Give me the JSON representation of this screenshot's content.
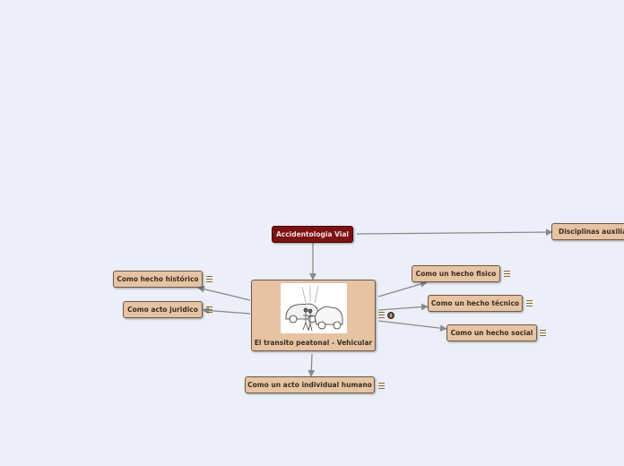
{
  "mindmap": {
    "root": {
      "label": "Accidentologia Vial"
    },
    "central": {
      "label": "El transito peatonal - Vehicular",
      "image": "car-accident-illustration"
    },
    "topics": [
      {
        "label": "Disciplinas auxiliares"
      },
      {
        "label": "Como hecho histórico"
      },
      {
        "label": "Como acto juridico"
      },
      {
        "label": "Como un hecho fisico"
      },
      {
        "label": "Como un hecho técnico"
      },
      {
        "label": "Como un hecho social"
      },
      {
        "label": "Como un acto individual humano"
      }
    ]
  },
  "colors": {
    "background": "#eceff7",
    "root_fill": "#7a1212",
    "topic_fill": "#e6c3a2",
    "connector": "#8a8a8a"
  }
}
